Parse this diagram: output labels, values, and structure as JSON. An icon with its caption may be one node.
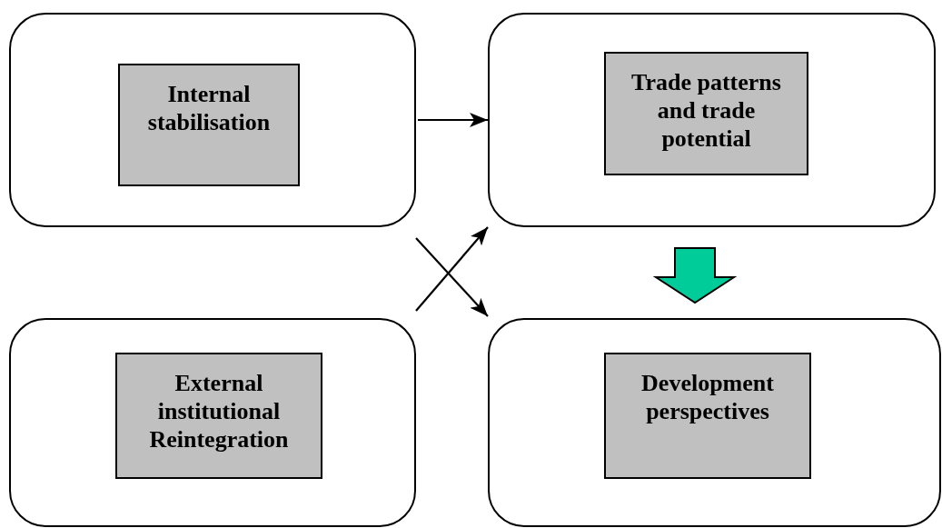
{
  "diagram": {
    "nodes": [
      {
        "text": [],
        "shape": "box"
      },
      {
        "text": [
          "Internal stabilisation"
        ],
        "in": 0
      },
      {
        "text": [],
        "shape": "box"
      },
      {
        "text": [
          "Trade patterns and trade potential"
        ],
        "in": 2
      },
      {
        "text": [],
        "shape": "box"
      },
      {
        "text": [
          "External institutional Reintegration"
        ],
        "in": 4
      },
      {
        "text": [],
        "shape": "box"
      },
      {
        "text": [
          "Development perspectives"
        ],
        "in": 6
      }
    ],
    "edges": [
      {
        "from": 0,
        "to": 2,
        "arrow": "to"
      },
      {
        "from": 0,
        "to": 6,
        "arrow": "to"
      },
      {
        "from": 4,
        "to": 2,
        "arrow": "to"
      },
      {
        "from": 2,
        "to": 6,
        "arrow": "to",
        "style": "thick",
        "color": "#00cc99"
      }
    ]
  }
}
